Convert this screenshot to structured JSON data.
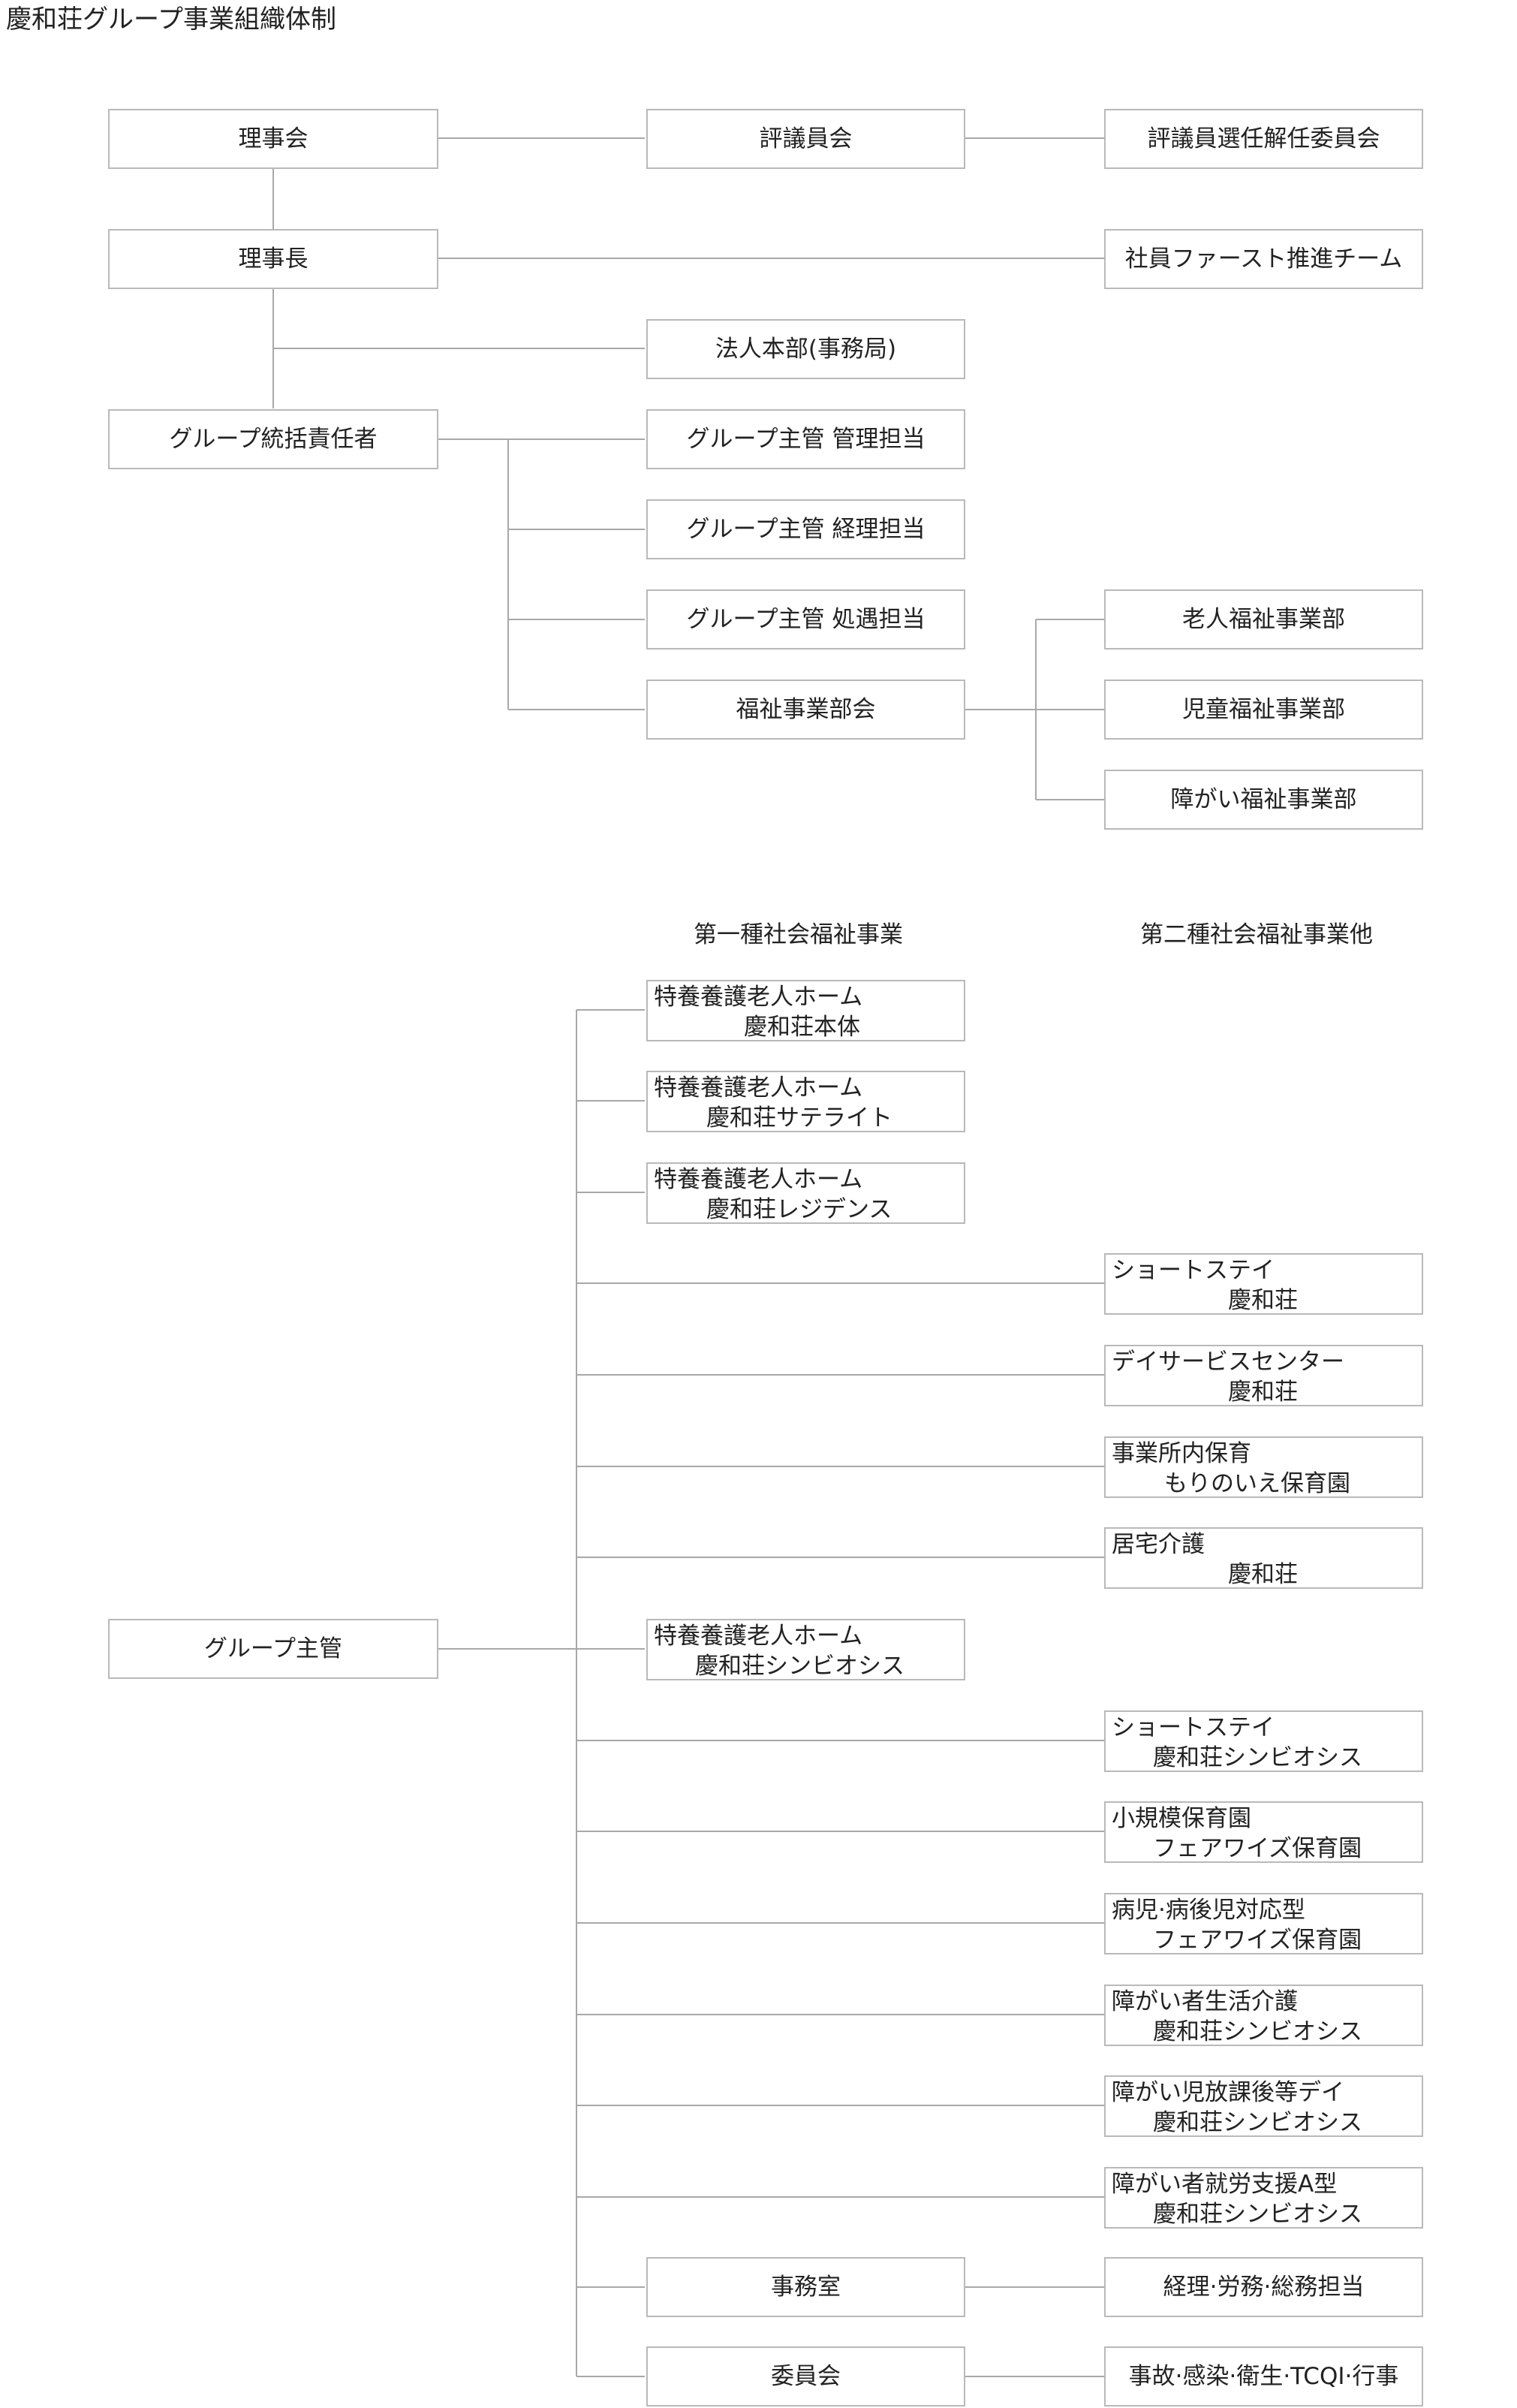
{
  "title": "慶和荘グループ事業組織体制",
  "top": {
    "board": "理事会",
    "councilors": "評議員会",
    "selection_committee": "評議員選任解任委員会",
    "chairman": "理事長",
    "employee_first_team": "社員ファースト推進チーム",
    "headquarters": "法人本部(事務局)",
    "group_director": "グループ統括責任者",
    "mgmt": "グループ主管 管理担当",
    "accounting": "グループ主管 経理担当",
    "personnel": "グループ主管 処遇担当",
    "welfare_council": "福祉事業部会",
    "elderly_dept": "老人福祉事業部",
    "child_dept": "児童福祉事業部",
    "disability_dept": "障がい福祉事業部"
  },
  "bottom": {
    "col1_header": "第一種社会福祉事業",
    "col2_header": "第二種社会福祉事業他",
    "group_manager": "グループ主管",
    "facilities": [
      {
        "l1": "特養養護老人ホーム",
        "l2": "慶和荘本体"
      },
      {
        "l1": "特養養護老人ホーム",
        "l2": "慶和荘サテライト"
      },
      {
        "l1": "特養養護老人ホーム",
        "l2": "慶和荘レジデンス"
      },
      {
        "l1": "ショートステイ",
        "l2": "慶和荘"
      },
      {
        "l1": "デイサービスセンター",
        "l2": "慶和荘"
      },
      {
        "l1": "事業所内保育",
        "l2": "もりのいえ保育園"
      },
      {
        "l1": "居宅介護",
        "l2": "慶和荘"
      },
      {
        "l1": "特養養護老人ホーム",
        "l2": "慶和荘シンビオシス"
      },
      {
        "l1": "ショートステイ",
        "l2": "慶和荘シンビオシス"
      },
      {
        "l1": "小規模保育園",
        "l2": "フェアワイズ保育園"
      },
      {
        "l1": "病児·病後児対応型",
        "l2": "フェアワイズ保育園"
      },
      {
        "l1": "障がい者生活介護",
        "l2": "慶和荘シンビオシス"
      },
      {
        "l1": "障がい児放課後等デイ",
        "l2": "慶和荘シンビオシス"
      },
      {
        "l1": "障がい者就労支援A型",
        "l2": "慶和荘シンビオシス"
      }
    ],
    "office": "事務室",
    "office_duty": "経理·労務·総務担当",
    "committee": "委員会",
    "committee_duty": "事故·感染·衛生·TCQI·行事"
  }
}
